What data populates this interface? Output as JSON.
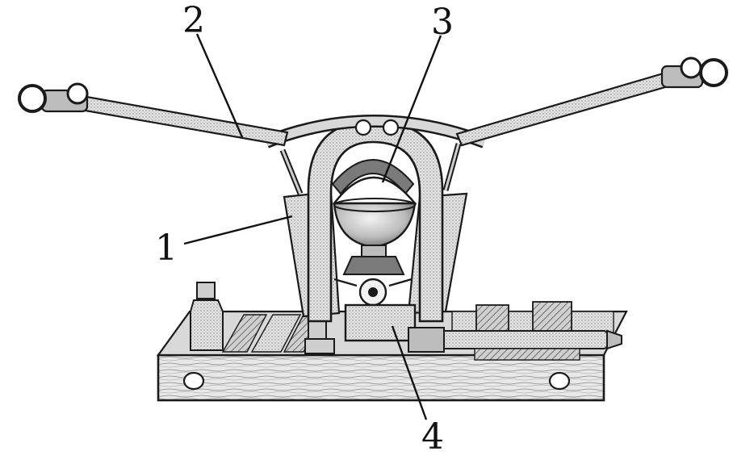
{
  "figure": {
    "callouts": [
      {
        "id": "c1",
        "text": "1"
      },
      {
        "id": "c2",
        "text": "2"
      },
      {
        "id": "c3",
        "text": "3"
      },
      {
        "id": "c4",
        "text": "4"
      }
    ]
  },
  "colors": {
    "ink": "#1a1a1a",
    "paper": "#ffffff",
    "shade_light": "#d9d9d9",
    "shade_mid": "#bdbdbd",
    "shade_dark": "#7a7a7a"
  }
}
